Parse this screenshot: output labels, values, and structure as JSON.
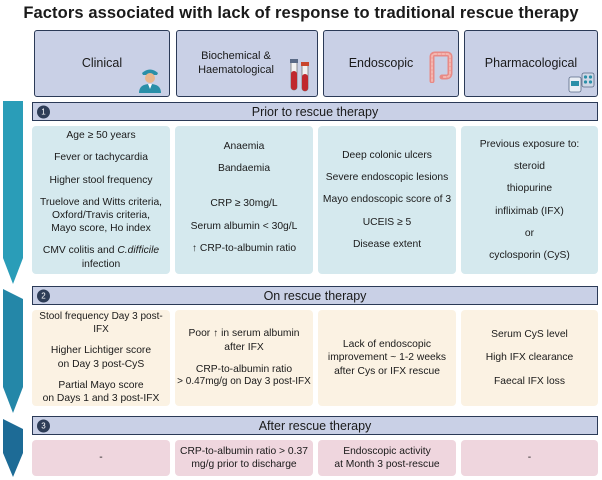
{
  "title": "Factors associated with lack of response to traditional rescue therapy",
  "categories": [
    {
      "label": "Clinical",
      "icon": "doctor-icon"
    },
    {
      "label_line1": "Biochemical &",
      "label_line2": "Haematological",
      "icon": "test-tubes-icon"
    },
    {
      "label": "Endoscopic",
      "icon": "colon-icon"
    },
    {
      "label": "Pharmacological",
      "icon": "pills-icon"
    }
  ],
  "sections": [
    {
      "number": "1",
      "title": "Prior to rescue therapy",
      "boxes": [
        [
          "Age ≥ 50 years",
          "Fever or tachycardia",
          "Higher stool frequency",
          "Truelove and Witts criteria,",
          "Oxford/Travis criteria,",
          "Mayo score, Ho index",
          "CMV colitis and",
          "C.difficile",
          "infection"
        ],
        [
          "Anaemia",
          "Bandaemia",
          "CRP ≥ 30mg/L",
          "Serum albumin < 30g/L",
          "↑ CRP-to-albumin ratio"
        ],
        [
          "Deep colonic ulcers",
          "Severe endoscopic lesions",
          "Mayo endoscopic score of 3",
          "UCEIS ≥ 5",
          "Disease extent"
        ],
        [
          "Previous exposure to:",
          "steroid",
          "thiopurine",
          "infliximab (IFX)",
          "or",
          "cyclosporin (CyS)"
        ]
      ]
    },
    {
      "number": "2",
      "title": "On rescue therapy",
      "boxes": [
        [
          "Stool frequency Day 3 post-IFX",
          "Higher Lichtiger score",
          "on Day 3 post-CyS",
          "Partial Mayo score",
          "on Days 1 and 3 post-IFX"
        ],
        [
          "Poor ↑ in serum albumin",
          "after IFX",
          "CRP-to-albumin ratio",
          "> 0.47mg/g on Day 3 post-IFX"
        ],
        [
          "Lack of endoscopic",
          "improvement ~ 1-2 weeks",
          "after Cys or IFX rescue"
        ],
        [
          "Serum CyS level",
          "High IFX clearance",
          "Faecal IFX loss"
        ]
      ]
    },
    {
      "number": "3",
      "title": "After rescue therapy",
      "boxes": [
        [
          "-"
        ],
        [
          "CRP-to-albumin ratio > 0.37",
          "mg/g prior to discharge"
        ],
        [
          "Endoscopic activity",
          "at Month 3 post-rescue"
        ],
        [
          "-"
        ]
      ]
    }
  ],
  "colors": {
    "header_fill": "#c9d0e6",
    "border": "#2b3a57",
    "arrow": "#2a9db8",
    "prior_box": "#d5e9ee",
    "on_box": "#fbf2e3",
    "after_box": "#efd6de"
  }
}
